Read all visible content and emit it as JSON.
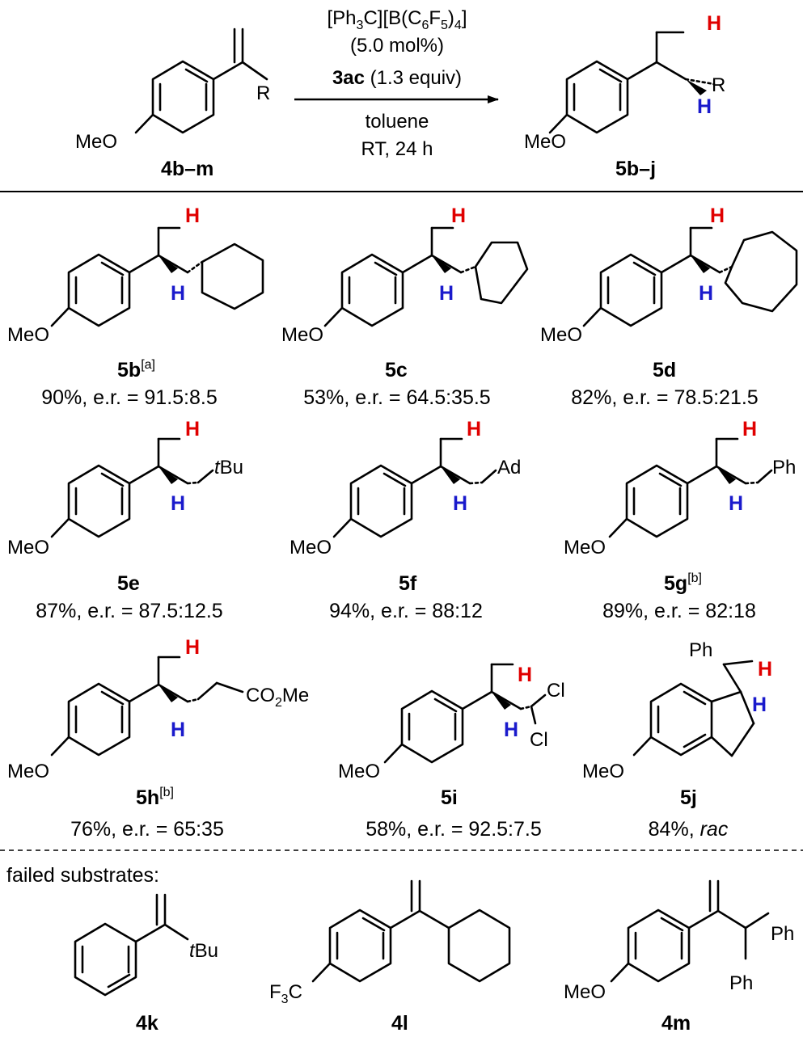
{
  "scheme": {
    "reaction": {
      "catalyst_line1_a": "[Ph",
      "catalyst_line1_b": "3",
      "catalyst_line1_c": "C][B(C",
      "catalyst_line1_d": "6",
      "catalyst_line1_e": "F",
      "catalyst_line1_f": "5",
      "catalyst_line1_g": ")",
      "catalyst_line1_h": "4",
      "catalyst_line1_i": "]",
      "catalyst_loading": "(5.0 mol%)",
      "reagent": "3ac",
      "reagent_amount": "(1.3 equiv)",
      "solvent": "toluene",
      "conditions": "RT,  24 h"
    },
    "substrate_label": "4b–m",
    "product_label": "5b–j",
    "common": {
      "meo": "MeO",
      "r": "R",
      "h": "H"
    },
    "products": [
      {
        "label": "5b",
        "note": "[a]",
        "result": "90%, e.r. = 91.5:8.5"
      },
      {
        "label": "5c",
        "note": "",
        "result": "53%, e.r. = 64.5:35.5"
      },
      {
        "label": "5d",
        "note": "",
        "result": "82%, e.r. = 78.5:21.5"
      },
      {
        "label": "5e",
        "note": "",
        "result": "87%, e.r. = 87.5:12.5",
        "group_i": "t",
        "group": "Bu"
      },
      {
        "label": "5f",
        "note": "",
        "result": "94%, e.r. = 88:12",
        "group": "Ad"
      },
      {
        "label": "5g",
        "note": "[b]",
        "result": "89%, e.r. = 82:18",
        "group": "Ph"
      },
      {
        "label": "5h",
        "note": "[b]",
        "result": "76%, e.r. = 65:35",
        "group_a": "CO",
        "group_b": "2",
        "group_c": "Me"
      },
      {
        "label": "5i",
        "note": "",
        "result": "58%, e.r. = 92.5:7.5",
        "group": "Cl"
      },
      {
        "label": "5j",
        "note": "",
        "result_a": "84%, ",
        "result_b": "rac",
        "group": "Ph"
      }
    ],
    "failed": {
      "heading": "failed substrates:",
      "items": [
        {
          "label": "4k",
          "group_i": "t",
          "group": "Bu"
        },
        {
          "label": "4l",
          "cf3_a": "F",
          "cf3_b": "3",
          "cf3_c": "C"
        },
        {
          "label": "4m",
          "group": "Ph"
        }
      ]
    }
  }
}
